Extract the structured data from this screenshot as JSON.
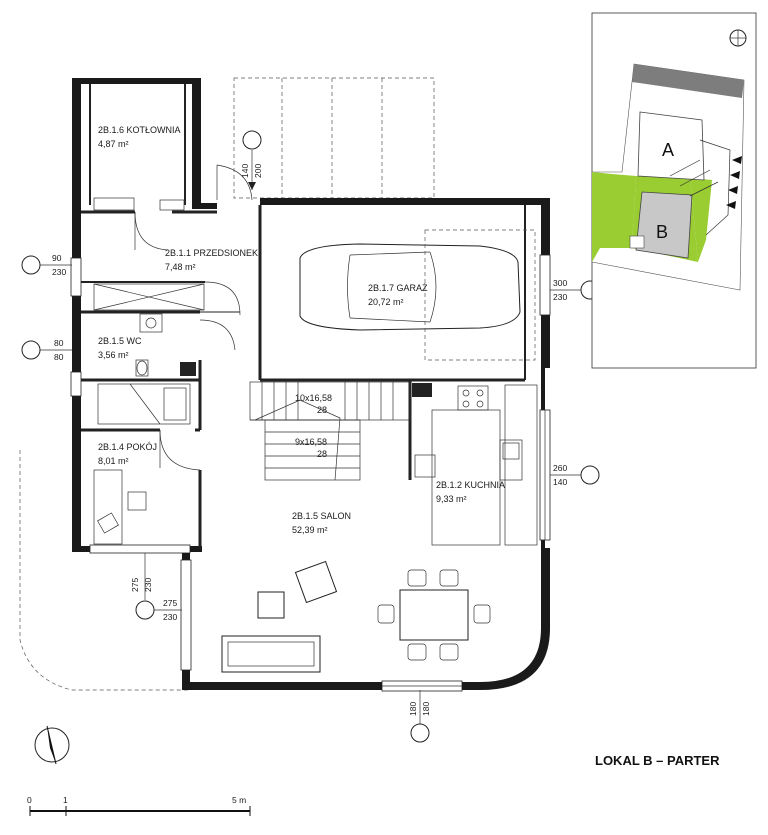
{
  "title": "LOKAL B – PARTER",
  "rooms": [
    {
      "id": "kotlownia",
      "name": "2B.1.6 KOTŁOWNIA",
      "area": "4,87 m²"
    },
    {
      "id": "przedsionek",
      "name": "2B.1.1 PRZEDSIONEK",
      "area": "7,48 m²"
    },
    {
      "id": "garaz",
      "name": "2B.1.7 GARAŻ",
      "area": "20,72 m²"
    },
    {
      "id": "wc",
      "name": "2B.1.5 WC",
      "area": "3,56 m²"
    },
    {
      "id": "pokoj",
      "name": "2B.1.4 POKÓJ",
      "area": "8,01 m²"
    },
    {
      "id": "kuchnia",
      "name": "2B.1.2 KUCHNIA",
      "area": "9,33 m²"
    },
    {
      "id": "salon",
      "name": "2B.1.5 SALON",
      "area": "52,39 m²"
    }
  ],
  "stairs": [
    {
      "steps": "10x16,58",
      "width": "28"
    },
    {
      "steps": "9x16,58",
      "width": "28"
    }
  ],
  "dimension_tags": [
    {
      "id": "entrance",
      "top": "140",
      "bottom": "200"
    },
    {
      "id": "kotlownia-window",
      "top": "90",
      "bottom": "230"
    },
    {
      "id": "wc-window",
      "top": "80",
      "bottom": "80"
    },
    {
      "id": "garage-window",
      "top": "300",
      "bottom": "230"
    },
    {
      "id": "kitchen-window",
      "top": "260",
      "bottom": "140"
    },
    {
      "id": "pokoj-window-a",
      "top": "275",
      "bottom": "230"
    },
    {
      "id": "pokoj-window-b",
      "top": "275",
      "bottom": "230"
    },
    {
      "id": "salon-window",
      "top": "180",
      "bottom": "180"
    }
  ],
  "scale_bar": {
    "labels": [
      "0",
      "1",
      "5 m"
    ]
  },
  "key_plan": {
    "units": [
      "A",
      "B"
    ],
    "colors": {
      "highlight": "#9acd32",
      "building": "#c8c8c8",
      "paved": "#7d7d7d"
    }
  },
  "icons": [
    "north-arrow-icon",
    "compass-icon"
  ]
}
